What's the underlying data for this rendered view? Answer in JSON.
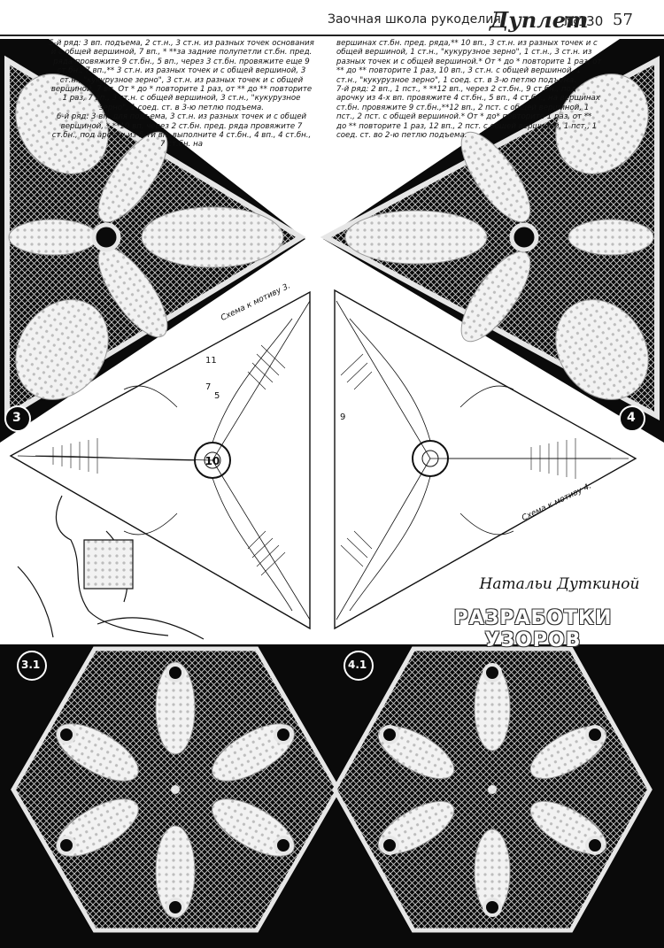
{
  "header": {
    "title": "Заочная школа рукоделия",
    "brand": "Дуплет",
    "issue": "№130",
    "page_number": "57"
  },
  "instructions": {
    "left": "5-й ряд: 3 вп. подъема, 2 ст.н., 3 ст.н. из разных точек основания и с общей вершиной, 7 вп., * **за задние полупетли ст.бн. пред. ряда провяжите 9 ст.бн., 5 вп., через 3 ст.бн. провяжите еще 9 ст.бн., 7 вп.,** 3 ст.н. из разных точек и с общей вершиной, 3 ст.н., \"кукурузное зерно\", 3 ст.н. из разных точек и с общей вершиной, 7 вп. От * до * повторите 1 раз, от ** до ** повторите 1 раз, 7 вп., 3 ст.н. с общей вершиной, 3 ст.н., \"кукурузное зерно\", 1 соед. ст. в 3-ю петлю подъема.\n6-й ряд: 3 вп. для подъема, 3 ст.н. из разных точек и с общей вершиной, * **10 вп. через 2 ст.бн. пред. ряда провяжите 7 ст.бн., под арочку из 5-ти вп. выполните 4 ст.бн., 4 вп., 4 ст.бн., 7 ст.бн. на",
    "right": "вершинах ст.бн. пред. ряда,** 10 вп., 3 ст.н. из разных точек и с общей вершиной, 1 ст.н., \"кукурузное зерно\", 1 ст.н., 3 ст.н. из разных точек и с общей вершиной.* От * до * повторите 1 раз, от ** до ** повторите 1 раз, 10 вп., 3 ст.н. с общей вершиной, 1 ст.н., \"кукурузное зерно\", 1 соед. ст. в 3-ю петлю подъема.\n7-й ряд: 2 вп., 1 пст., * **12 вп., через 2 ст.бн., 9 ст.бн., под арочку из 4-х вп. провяжите 4 ст.бн., 5 вп., 4 ст.бн., на вершинах ст.бн. провяжите 9 ст.бн.,**12 вп., 2 пст. с общей вершиной, 1 пст., 2 пст. с общей вершиной.* От * до* повторите 1 раз, от ** до ** повторите 1 раз, 12 вп., 2 пст. с общей вершиной, 1 пст., 1 соед. ст. во 2-ю петлю подъема."
  },
  "labels": {
    "scheme3": "Схема к мотиву 3.",
    "scheme4": "Схема к мотиву 4.",
    "badge3": "3",
    "badge4": "4",
    "badge31": "3.1",
    "badge41": "4.1",
    "diagram_center": "10",
    "diagram_num_a": "11",
    "diagram_num_b": "9",
    "diagram_num_c": "7",
    "diagram_num_d": "5"
  },
  "author": {
    "name": "Натальи Дуткиной",
    "title": "РАЗРАБОТКИ УЗОРОВ"
  },
  "colors": {
    "black": "#0a0a0a",
    "lace": "#e6e6e6",
    "ink": "#111111"
  }
}
